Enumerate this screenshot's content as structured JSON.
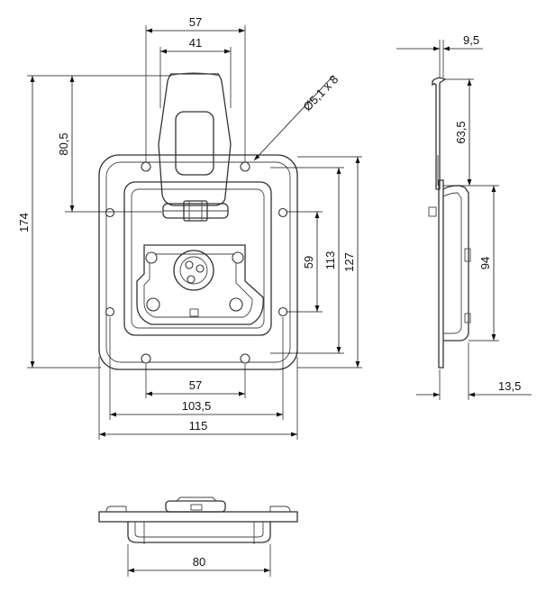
{
  "dimensions": {
    "front_top_outer": "57",
    "front_top_inner": "41",
    "hole_spec": "Ø5,1 x 8",
    "front_height_overall": "174",
    "front_handle_height": "80,5",
    "front_hole_spacing_v": "59",
    "front_inner_height": "113",
    "front_outer_height": "127",
    "front_bottom_holes": "57",
    "front_inner_width": "103,5",
    "front_outer_width": "115",
    "side_top_depth": "9,5",
    "side_upper_height": "63,5",
    "side_lower_height": "94",
    "side_total_depth": "13,5",
    "bottom_width": "80"
  },
  "colors": {
    "line": "#333333",
    "dimension": "#111111",
    "background": "#ffffff"
  }
}
